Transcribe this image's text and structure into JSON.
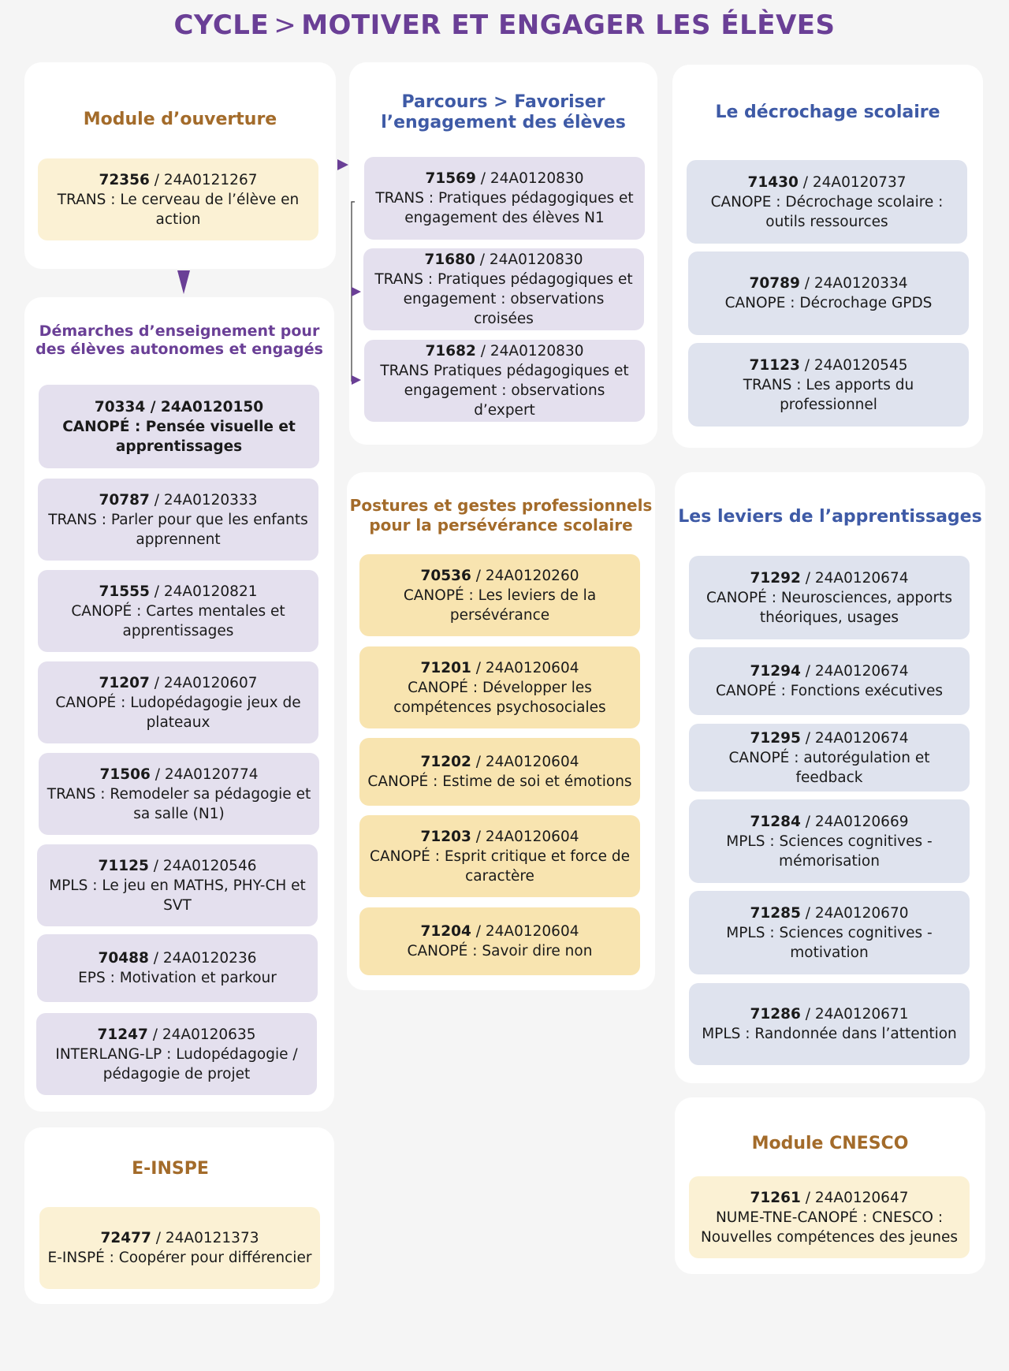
{
  "header": {
    "title_left": "CYCLE",
    "title_sep": ">",
    "title_right": "MOTIVER ET ENGAGER LES ÉLÈVES"
  },
  "colors": {
    "title": "#6a3f96",
    "violet_card": "#e4e0ee",
    "blue_card": "#dfe3ee",
    "cream_card": "#fbf1d4",
    "gold_card": "#f8e4b0",
    "brown_title": "#a36b2a",
    "blue_title": "#3e5aa6"
  },
  "module_ouverture": {
    "title": "Module d’ouverture",
    "cards": [
      {
        "code": "72356",
        "id": "24A0121267",
        "org": "TRANS",
        "label": "Le cerveau de l’élève en action"
      }
    ]
  },
  "demarches": {
    "title_1": "Démarches d’enseignement pour",
    "title_2": "des élèves autonomes et engagés",
    "cards": [
      {
        "code": "70334",
        "id": "24A0120150",
        "org": "CANOPÉ",
        "label": "Pensée visuelle et apprentissages"
      },
      {
        "code": "70787",
        "id": "24A0120333",
        "org": "TRANS",
        "label": "Parler pour que les enfants apprennent"
      },
      {
        "code": "71555",
        "id": "24A0120821",
        "org": "CANOPÉ",
        "label": "Cartes mentales et apprentissages"
      },
      {
        "code": "71207",
        "id": "24A0120607",
        "org": "CANOPÉ",
        "label": "Ludopédagogie jeux de plateaux"
      },
      {
        "code": "71506",
        "id": "24A0120774",
        "org": "TRANS",
        "label": "Remodeler sa pédagogie et sa salle (N1)"
      },
      {
        "code": "71125",
        "id": "24A0120546",
        "org": "MPLS",
        "label": "Le jeu en MATHS, PHY-CH et SVT"
      },
      {
        "code": "70488",
        "id": "24A0120236",
        "org": "EPS",
        "label": "Motivation et parkour"
      },
      {
        "code": "71247",
        "id": "24A0120635",
        "org": "INTERLANG-LP",
        "label": "Ludopédagogie / pédagogie de projet"
      }
    ]
  },
  "einspe": {
    "title": "E-INSPE",
    "cards": [
      {
        "code": "72477",
        "id": "24A0121373",
        "org": "E-INSPÉ",
        "label": "Coopérer pour différencier"
      }
    ]
  },
  "parcours": {
    "title_1": "Parcours > Favoriser",
    "title_2": "l’engagement des élèves",
    "cards": [
      {
        "code": "71569",
        "id": "24A0120830",
        "org": "TRANS",
        "label": "Pratiques pédagogiques et engagement des élèves N1"
      },
      {
        "code": "71680",
        "id": "24A0120830",
        "org": "TRANS",
        "label": "Pratiques pédagogiques et engagement : observations croisées"
      },
      {
        "code": "71682",
        "id": "24A0120830",
        "org": "TRANS",
        "label": "Pratiques pédagogiques et engagement : observations d’expert"
      }
    ]
  },
  "postures": {
    "title_1": "Postures et gestes professionnels",
    "title_2": "pour la persévérance  scolaire",
    "cards": [
      {
        "code": "70536",
        "id": "24A0120260",
        "org": "CANOPÉ",
        "label": "Les leviers de la persévérance"
      },
      {
        "code": "71201",
        "id": "24A0120604",
        "org": "CANOPÉ",
        "label": "Développer les compétences psychosociales"
      },
      {
        "code": "71202",
        "id": "24A0120604",
        "org": "CANOPÉ",
        "label": "Estime de soi et émotions"
      },
      {
        "code": "71203",
        "id": "24A0120604",
        "org": "CANOPÉ",
        "label": "Esprit critique et force de caractère"
      },
      {
        "code": "71204",
        "id": "24A0120604",
        "org": "CANOPÉ",
        "label": "Savoir dire non"
      }
    ]
  },
  "decrochage": {
    "title": "Le décrochage scolaire",
    "cards": [
      {
        "code": "71430",
        "id": "24A0120737",
        "org": "CANOPE",
        "label": "Décrochage scolaire : outils ressources"
      },
      {
        "code": "70789",
        "id": "24A0120334",
        "org": "CANOPE",
        "label": "Décrochage GPDS"
      },
      {
        "code": "71123",
        "id": "24A0120545",
        "org": "TRANS",
        "label": "Les apports du professionnel"
      }
    ]
  },
  "leviers": {
    "title": "Les leviers de l’apprentissages",
    "cards": [
      {
        "code": "71292",
        "id": "24A0120674",
        "org": "CANOPÉ",
        "label": "Neurosciences, apports théoriques, usages"
      },
      {
        "code": "71294",
        "id": "24A0120674",
        "org": "CANOPÉ",
        "label": "Fonctions exécutives"
      },
      {
        "code": "71295",
        "id": "24A0120674",
        "org": "CANOPÉ",
        "label": "autorégulation et feedback"
      },
      {
        "code": "71284",
        "id": "24A0120669",
        "org": "MPLS",
        "label": "Sciences cognitives - mémorisation"
      },
      {
        "code": "71285",
        "id": "24A0120670",
        "org": "MPLS",
        "label": "Sciences cognitives - motivation"
      },
      {
        "code": "71286",
        "id": "24A0120671",
        "org": "MPLS",
        "label": "Randonnée dans l’attention"
      }
    ]
  },
  "cnesco": {
    "title": "Module CNESCO",
    "cards": [
      {
        "code": "71261",
        "id": "24A0120647",
        "org": "NUME-TNE-CANOPÉ",
        "label": "CNESCO : Nouvelles compétences des jeunes"
      }
    ]
  }
}
